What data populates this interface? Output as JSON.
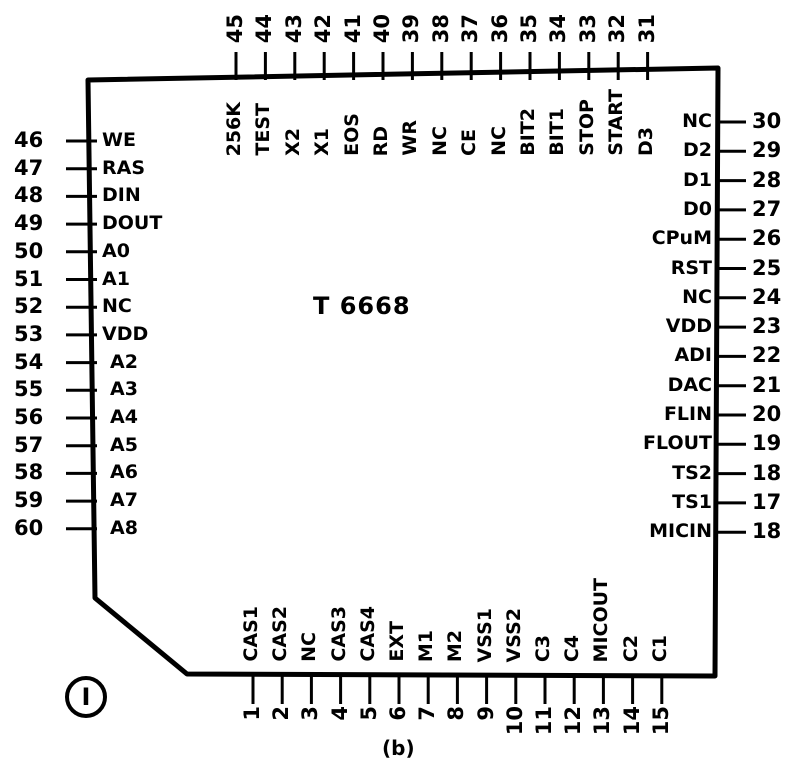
{
  "diagram": {
    "chip_name": "T 6668",
    "caption": "(b)",
    "badge": "I",
    "left_pins": [
      {
        "num": "46",
        "name": "WE"
      },
      {
        "num": "47",
        "name": "RAS"
      },
      {
        "num": "48",
        "name": "DIN"
      },
      {
        "num": "49",
        "name": "DOUT"
      },
      {
        "num": "50",
        "name": "A0"
      },
      {
        "num": "51",
        "name": "A1"
      },
      {
        "num": "52",
        "name": "NC"
      },
      {
        "num": "53",
        "name": "VDD"
      },
      {
        "num": "54",
        "name": "A2"
      },
      {
        "num": "55",
        "name": "A3"
      },
      {
        "num": "56",
        "name": "A4"
      },
      {
        "num": "57",
        "name": "A5"
      },
      {
        "num": "58",
        "name": "A6"
      },
      {
        "num": "59",
        "name": "A7"
      },
      {
        "num": "60",
        "name": "A8"
      }
    ],
    "right_pins": [
      {
        "num": "30",
        "name": "NC"
      },
      {
        "num": "29",
        "name": "D2"
      },
      {
        "num": "28",
        "name": "D1"
      },
      {
        "num": "27",
        "name": "D0"
      },
      {
        "num": "26",
        "name": "CPuM"
      },
      {
        "num": "25",
        "name": "RST"
      },
      {
        "num": "24",
        "name": "NC"
      },
      {
        "num": "23",
        "name": "VDD"
      },
      {
        "num": "22",
        "name": "ADI"
      },
      {
        "num": "21",
        "name": "DAC"
      },
      {
        "num": "20",
        "name": "FLIN"
      },
      {
        "num": "19",
        "name": "FLOUT"
      },
      {
        "num": "18",
        "name": "TS2"
      },
      {
        "num": "17",
        "name": "TS1"
      },
      {
        "num": "18",
        "name": "MICIN"
      }
    ],
    "top_pins": [
      {
        "num": "45",
        "name": "256K"
      },
      {
        "num": "44",
        "name": "TEST"
      },
      {
        "num": "43",
        "name": "X2"
      },
      {
        "num": "42",
        "name": "X1"
      },
      {
        "num": "41",
        "name": "EOS"
      },
      {
        "num": "40",
        "name": "RD"
      },
      {
        "num": "39",
        "name": "WR"
      },
      {
        "num": "38",
        "name": "NC"
      },
      {
        "num": "37",
        "name": "CE"
      },
      {
        "num": "36",
        "name": "NC"
      },
      {
        "num": "35",
        "name": "BIT2"
      },
      {
        "num": "34",
        "name": "BIT1"
      },
      {
        "num": "33",
        "name": "STOP"
      },
      {
        "num": "32",
        "name": "START"
      },
      {
        "num": "31",
        "name": "D3"
      }
    ],
    "bottom_pins": [
      {
        "num": "1",
        "name": "CAS1"
      },
      {
        "num": "2",
        "name": "CAS2"
      },
      {
        "num": "3",
        "name": "NC"
      },
      {
        "num": "4",
        "name": "CAS3"
      },
      {
        "num": "5",
        "name": "CAS4"
      },
      {
        "num": "6",
        "name": "EXT"
      },
      {
        "num": "7",
        "name": "M1"
      },
      {
        "num": "8",
        "name": "M2"
      },
      {
        "num": "9",
        "name": "VSS1"
      },
      {
        "num": "10",
        "name": "VSS2"
      },
      {
        "num": "11",
        "name": "C3"
      },
      {
        "num": "12",
        "name": "C4"
      },
      {
        "num": "13",
        "name": "MICOUT"
      },
      {
        "num": "14",
        "name": "C2"
      },
      {
        "num": "15",
        "name": "C1"
      }
    ]
  }
}
